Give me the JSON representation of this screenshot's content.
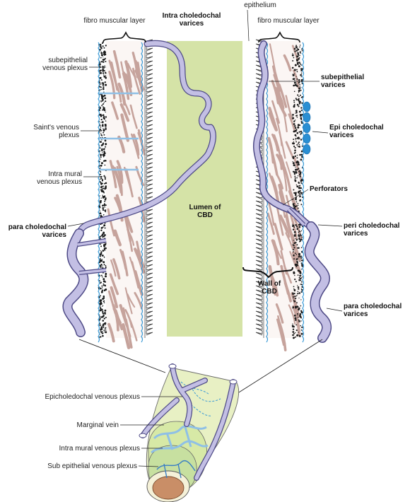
{
  "labels": {
    "fibro_left": "fibro muscular layer",
    "intra_choledochal": "Intra choledochal\nvarices",
    "epithelium": "epithelium",
    "fibro_right": "fibro muscular layer",
    "subepithelial_plexus": "subepithelial\nvenous plexus",
    "subepithelial_varices": "subepithelial\nvarices",
    "saints_plexus": "Saint's venous\nplexus",
    "epi_choledochal": "Epi choledochal\nvarices",
    "intramural_plexus": "Intra mural\nvenous plexus",
    "perforators": "Perforators",
    "lumen": "Lumen of\nCBD",
    "para_left": "para choledochal\nvarices",
    "peri_choledochal": "peri choledochal\nvarices",
    "wall": "Wall of\nCBD",
    "para_right": "para choledochal\nvarices",
    "epicholedochal_plexus": "Epicholedochal venous plexus",
    "marginal_vein": "Marginal vein",
    "intramural_plexus_bottom": "Intra mural venous plexus",
    "subepithelial_plexus_bottom": "Sub epithelial venous plexus"
  },
  "colors": {
    "lumen": "#d5e3a7",
    "muscle": "#c6a39c",
    "vein": "#c3bfe4",
    "vein_stroke": "#4e4a86",
    "plexus_blue": "#3a9ad6",
    "cylinder": "#e6efc0",
    "core": "#c98e67"
  }
}
